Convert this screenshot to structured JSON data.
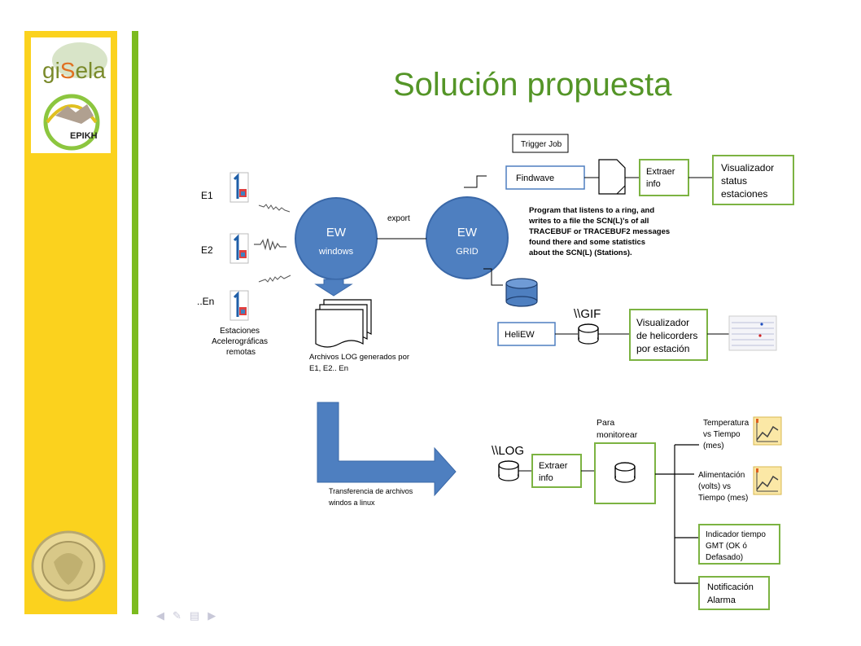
{
  "slide": {
    "title": "Solución propuesta",
    "logo": {
      "text_prefix": "gi",
      "text_s": "S",
      "text_suffix": "ela",
      "emblem_text": "EPIKH"
    },
    "colors": {
      "sidebar": "#fbd21e",
      "accent_bar": "#7cbb1f",
      "title": "#549527",
      "circle": "#4e7fc0",
      "box_border": "#7cb342"
    }
  },
  "diagram": {
    "stations": {
      "e1": "E1",
      "e2": "E2",
      "en": "..En",
      "caption": [
        "Estaciones",
        "Acelerográficas",
        "remotas"
      ]
    },
    "ew_windows": {
      "line1": "EW",
      "line2": "windows"
    },
    "ew_grid": {
      "line1": "EW",
      "line2": "GRID"
    },
    "export_label": "export",
    "log_files_caption": [
      "Archivos LOG generados por",
      "E1, E2.. En"
    ],
    "transfer_caption": [
      "Transferencia de archivos",
      "windos a linux"
    ],
    "trigger_job": "Trigger Job",
    "findwave": "Findwave",
    "extraer_info_1": [
      "Extraer",
      "info"
    ],
    "visualizador_status": [
      "Visualizador",
      "status",
      "estaciones"
    ],
    "program_description": [
      "Program that listens to a ring, and",
      "writes to a file the SCN(L)'s of all",
      "TRACEBUF or TRACEBUF2 messages",
      "found there and some statistics",
      "about the SCN(L) (Stations)."
    ],
    "gif_label": "\\\\GIF",
    "heliew": "HeliEW",
    "visualizador_helicorders": [
      "Visualizador",
      "de helicorders",
      "por estación"
    ],
    "log_label": "\\\\LOG",
    "extraer_info_2": [
      "Extraer",
      "info"
    ],
    "para_monitorear": [
      "Para",
      "monitorear"
    ],
    "temperatura": [
      "Temperatura",
      "vs Tiempo",
      "(mes)"
    ],
    "alimentacion": [
      "Alimentación",
      "(volts) vs",
      "Tiempo (mes)"
    ],
    "indicador": [
      "Indicador tiempo",
      "GMT (OK ó",
      "Defasado)"
    ],
    "notificacion": [
      "Notificación",
      "Alarma"
    ]
  },
  "nav_icons": [
    "arrow-left-icon",
    "pen-icon",
    "menu-icon",
    "arrow-right-icon"
  ]
}
